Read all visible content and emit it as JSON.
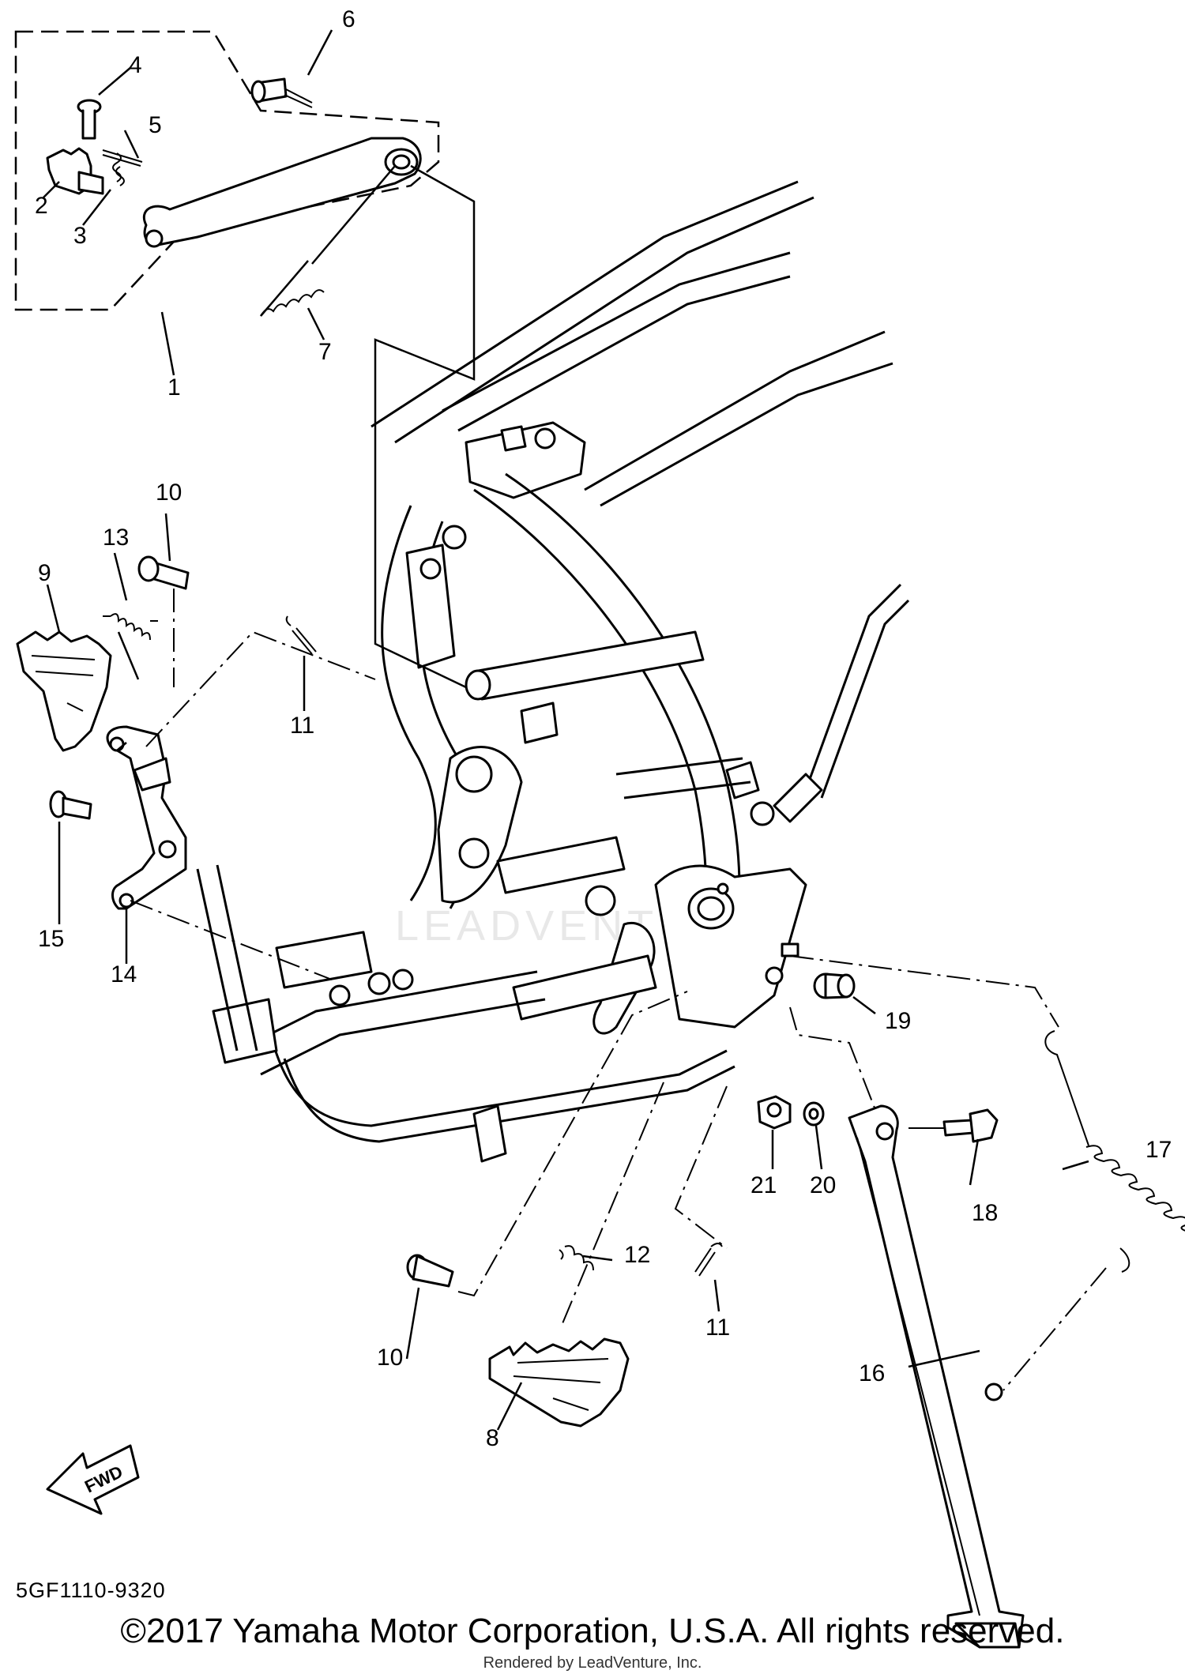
{
  "callouts": {
    "c1": "1",
    "c2": "2",
    "c3": "3",
    "c4": "4",
    "c5": "5",
    "c6": "6",
    "c7": "7",
    "c8": "8",
    "c9": "9",
    "c10a": "10",
    "c10b": "10",
    "c11a": "11",
    "c11b": "11",
    "c12": "12",
    "c13": "13",
    "c14": "14",
    "c15": "15",
    "c16": "16",
    "c17": "17",
    "c18": "18",
    "c19": "19",
    "c20": "20",
    "c21": "21"
  },
  "fwd_label": "FWD",
  "diagram_code": "5GF1110-9320",
  "copyright": "©2017 Yamaha Motor Corporation, U.S.A. All rights reserved.",
  "rendered_by": "Rendered by LeadVenture, Inc.",
  "watermark": "LEADVENTURE"
}
